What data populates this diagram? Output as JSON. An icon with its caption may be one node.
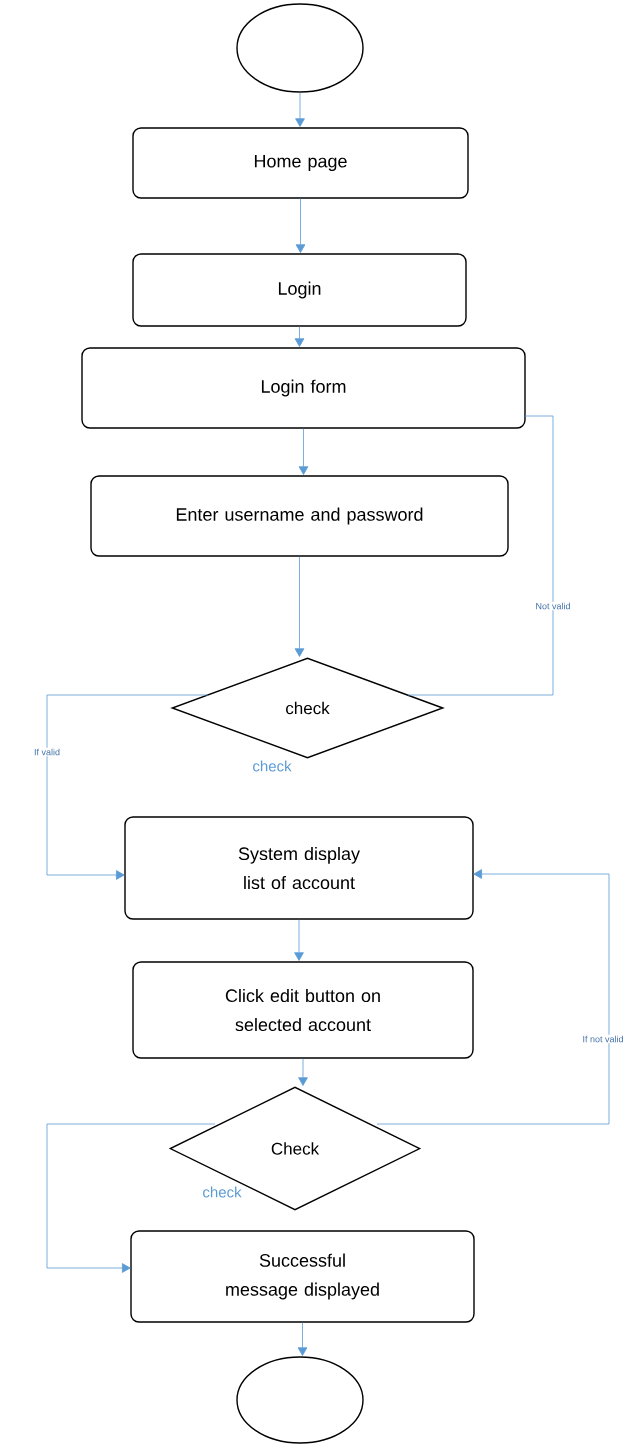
{
  "diagram": {
    "nodes": [
      {
        "text": [],
        "shape": "circle"
      },
      {
        "text": [
          "Home page"
        ]
      },
      {
        "text": [
          "Login"
        ]
      },
      {
        "text": [
          "Login form"
        ]
      },
      {
        "text": [
          "Enter username and password"
        ]
      },
      {
        "text": [
          "check"
        ],
        "beside": [
          "check"
        ]
      },
      {
        "text": [
          "System display list of account"
        ]
      },
      {
        "text": [
          "Click edit button on selected account"
        ]
      },
      {
        "text": [
          "Check"
        ],
        "beside": [
          "check"
        ]
      },
      {
        "text": [
          "Successful message displayed"
        ]
      },
      {
        "text": [],
        "shape": "circle"
      }
    ],
    "edges": [
      {
        "from": 0,
        "to": 1,
        "arrow": "to"
      },
      {
        "from": 1,
        "to": 2,
        "arrow": "to"
      },
      {
        "from": 2,
        "to": 3,
        "arrow": "to"
      },
      {
        "from": 3,
        "to": 4,
        "arrow": "to"
      },
      {
        "from": 4,
        "to": 5,
        "arrow": "to"
      },
      {
        "from": 5,
        "to": 3,
        "arrow": "none",
        "label": "Not valid"
      },
      {
        "from": 5,
        "to": 6,
        "arrow": "to",
        "label": "If valid"
      },
      {
        "from": 6,
        "to": 7,
        "arrow": "to"
      },
      {
        "from": 7,
        "to": 8,
        "arrow": "to"
      },
      {
        "from": 8,
        "to": 6,
        "arrow": "to",
        "label": "If not valid"
      },
      {
        "from": 8,
        "to": 9,
        "arrow": "to"
      },
      {
        "from": 9,
        "to": 10,
        "arrow": "to"
      }
    ]
  }
}
